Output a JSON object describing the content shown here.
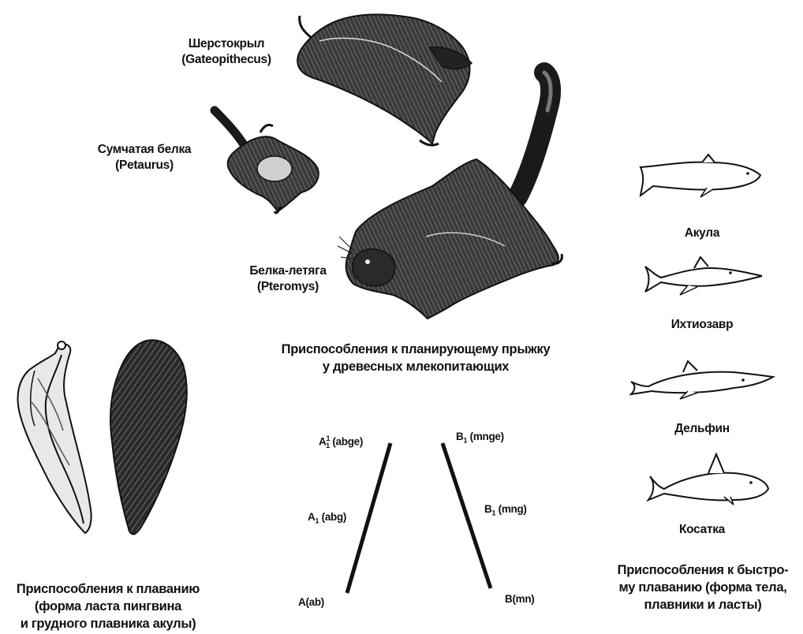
{
  "colors": {
    "ink": "#111111",
    "paper": "#ffffff",
    "fill_dark": "#1a1a1a",
    "fill_mid": "#555555"
  },
  "gliders": {
    "colugo": {
      "name": "Шерстокрыл",
      "latin": "(Gateopithecus)",
      "icon": "colugo-illustration"
    },
    "sugar_glider": {
      "name": "Сумчатая белка",
      "latin": "(Petaurus)",
      "icon": "sugar-glider-illustration"
    },
    "flying_squirrel": {
      "name": "Белка-летяга",
      "latin": "(Pteromys)",
      "icon": "flying-squirrel-illustration"
    },
    "caption_line1": "Приспособления к планирующему прыжку",
    "caption_line2": "у древесных млекопитающих"
  },
  "swimmers": {
    "shark": {
      "name": "Акула",
      "icon": "shark-illustration"
    },
    "ichthyosaur": {
      "name": "Ихтиозавр",
      "icon": "ichthyosaur-illustration"
    },
    "dolphin": {
      "name": "Дельфин",
      "icon": "dolphin-illustration"
    },
    "orca": {
      "name": "Косатка",
      "icon": "orca-illustration"
    },
    "caption_line1": "Приспособления к быстро-",
    "caption_line2": "му плаванию (форма тела,",
    "caption_line3": "плавники и ласты)"
  },
  "flippers": {
    "caption_line1": "Приспособления к плаванию",
    "caption_line2": "(форма ласта пингвина",
    "caption_line3": "и грудного плавника акулы)",
    "icons": [
      "penguin-flipper-illustration",
      "shark-pectoral-fin-illustration"
    ]
  },
  "lineages": {
    "left": {
      "base": {
        "main": "A",
        "arg": "(ab)"
      },
      "mid": {
        "main": "A",
        "sub": "1",
        "arg": " (abg)"
      },
      "top": {
        "main": "A",
        "sup": "1",
        "sub": "1",
        "arg": " (abge)"
      }
    },
    "right": {
      "base": {
        "main": "B",
        "arg": "(mn)"
      },
      "mid": {
        "main": "B",
        "sub": "1",
        "arg": " (mng)"
      },
      "top": {
        "main": "B",
        "sub": "1",
        "arg": " (mnge)"
      }
    }
  }
}
